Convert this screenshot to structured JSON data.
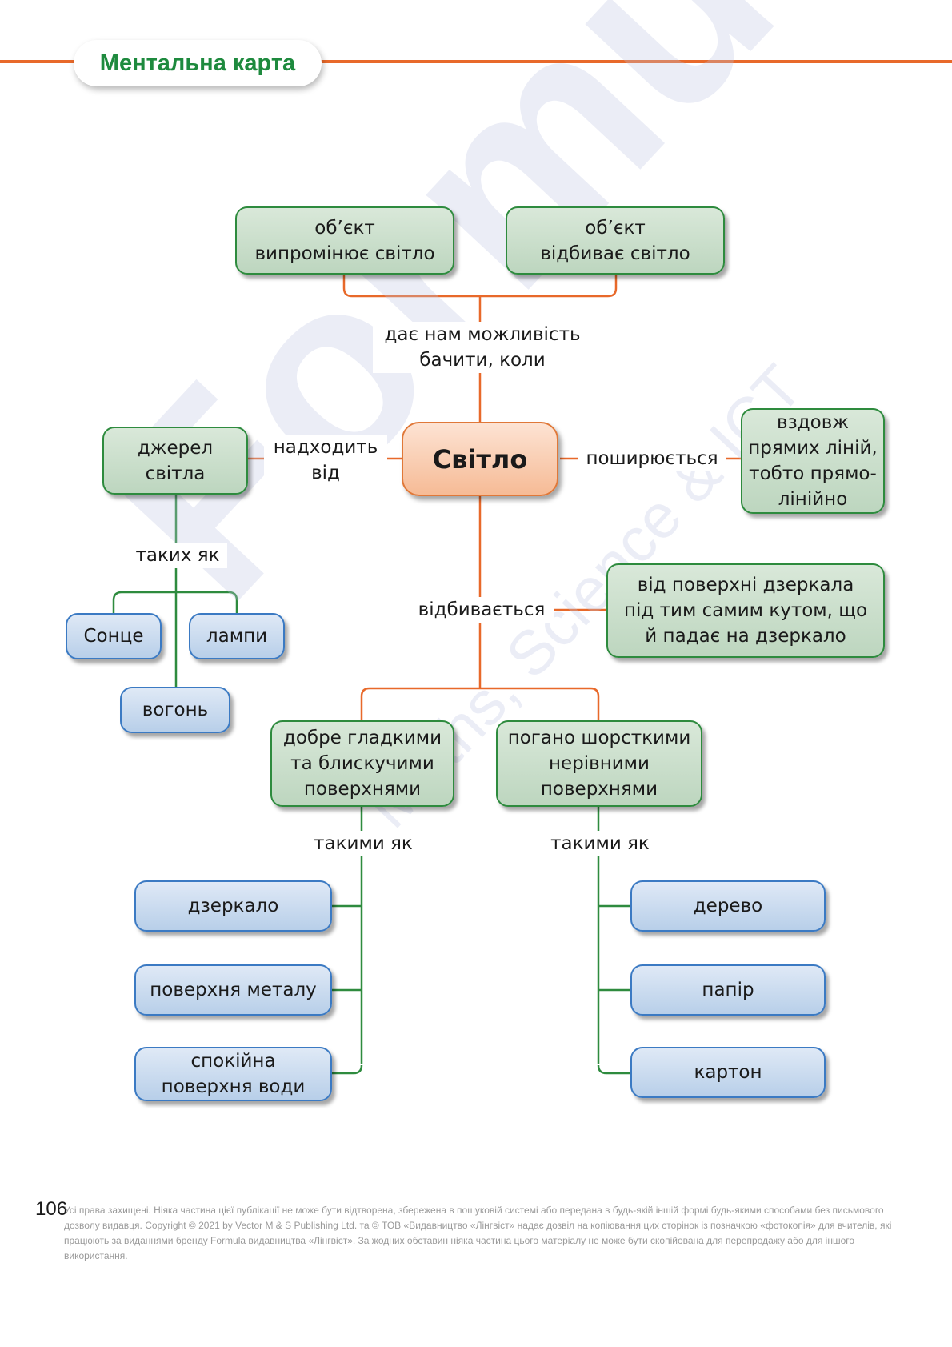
{
  "header": {
    "title": "Ментальна карта"
  },
  "mindmap": {
    "central": "Світло",
    "top_nodes": [
      "об’єкт\nвипромінює світло",
      "об’єкт\nвідбиває світло"
    ],
    "top_link": "дає нам можливість\nбачити, коли",
    "left_link": "надходить\nвід",
    "left_node": "джерел\nсвітла",
    "left_sub_link": "таких як",
    "left_examples": [
      "Сонце",
      "лампи",
      "вогонь"
    ],
    "right_link": "поширюється",
    "right_node": "вздовж\nпрямих ліній,\nтобто прямо-\nлінійно",
    "down_link": "відбивається",
    "down_side_node": "від поверхні дзеркала\nпід тим самим кутом, що\nй падає на дзеркало",
    "good_node": "добре гладкими\nта блискучими\nповерхнями",
    "bad_node": "погано шорсткими\nнерівними\nповерхнями",
    "good_link": "такими як",
    "bad_link": "такими як",
    "good_examples": [
      "дзеркало",
      "поверхня металу",
      "спокійна\nповерхня води"
    ],
    "bad_examples": [
      "дерево",
      "папір",
      "картон"
    ]
  },
  "footer": {
    "page_number": "106",
    "copyright": "Усі права захищені. Ніяка частина цієї публікації не може бути відтворена, збережена в пошуковій системі або передана в будь-якій іншій формі будь-якими способами без письмового дозволу видавця. Copyright © 2021 by Vector M & S Publishing Ltd. та © ТОВ «Видавництво «Лінгвіст» надає дозвіл на копіювання цих сторінок із позначкою «фотокопія» для вчителів, які працюють за виданнями бренду Formula видавництва «Лінгвіст». За жодних обставин ніяка частина цього матеріалу не може бути скопійована для перепродажу або для іншого використання."
  },
  "watermark": {
    "main": "Formula",
    "sub": "Maths, Science & ICT"
  },
  "colors": {
    "orange": "#e8692a",
    "green": "#2e8b3e",
    "blue": "#3b7ac3",
    "title_green": "#1e8a3e"
  }
}
